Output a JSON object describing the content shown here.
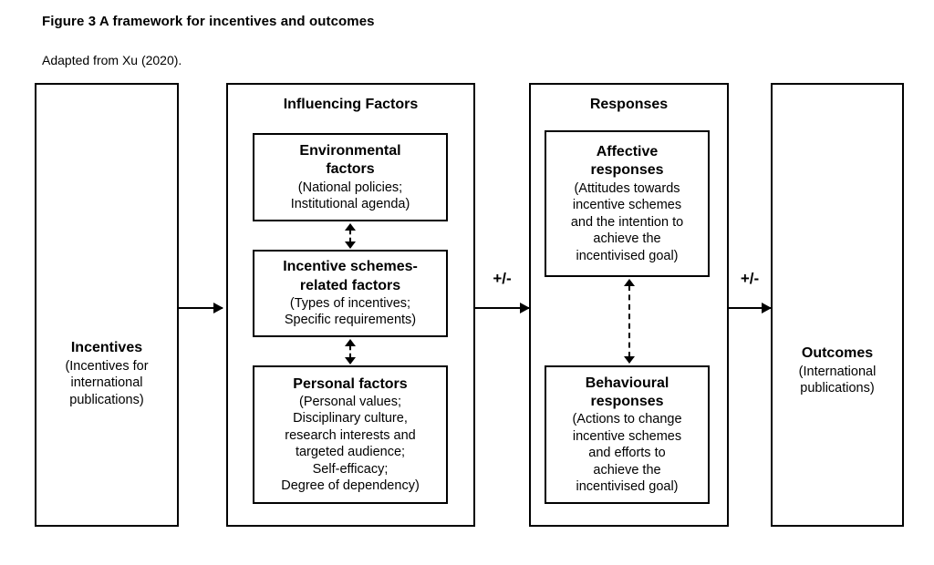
{
  "figure": {
    "title": "Figure 3 A framework for incentives and outcomes",
    "source_note": "Adapted from Xu (2020)."
  },
  "columns": {
    "incentives": {
      "title": "Incentives",
      "subtitle": "(Incentives for\ninternational\npublications)"
    },
    "influencing_factors": {
      "heading": "Influencing Factors",
      "boxes": [
        {
          "title": "Environmental\nfactors",
          "detail": "(National policies;\nInstitutional agenda)"
        },
        {
          "title": "Incentive schemes-\nrelated factors",
          "detail": "(Types of incentives;\nSpecific requirements)"
        },
        {
          "title": "Personal factors",
          "detail": "(Personal values;\nDisciplinary culture,\nresearch interests and\ntargeted audience;\nSelf-efficacy;\nDegree of dependency)"
        }
      ]
    },
    "responses": {
      "heading": "Responses",
      "boxes": [
        {
          "title": "Affective\nresponses",
          "detail": "(Attitudes towards\nincentive schemes\nand the intention to\nachieve the\nincentivised goal)"
        },
        {
          "title": "Behavioural\nresponses",
          "detail": "(Actions to change\nincentive schemes\nand efforts to\nachieve the\nincentivised goal)"
        }
      ]
    },
    "outcomes": {
      "title": "Outcomes",
      "subtitle": "(International\npublications)"
    }
  },
  "connectors": {
    "incentives_to_factors": {
      "kind": "solid-arrow-right",
      "label": ""
    },
    "factors_to_responses": {
      "kind": "solid-arrow-right",
      "label": "+/-"
    },
    "responses_to_outcomes": {
      "kind": "solid-arrow-right",
      "label": "+/-"
    },
    "environmental_to_incentive_schemes": {
      "kind": "dashed-double-arrow-vertical"
    },
    "incentive_schemes_to_personal": {
      "kind": "dashed-double-arrow-vertical"
    },
    "affective_to_behavioural": {
      "kind": "dashed-double-arrow-vertical"
    }
  },
  "colors": {
    "stroke": "#000000",
    "background": "#ffffff",
    "text": "#000000"
  }
}
